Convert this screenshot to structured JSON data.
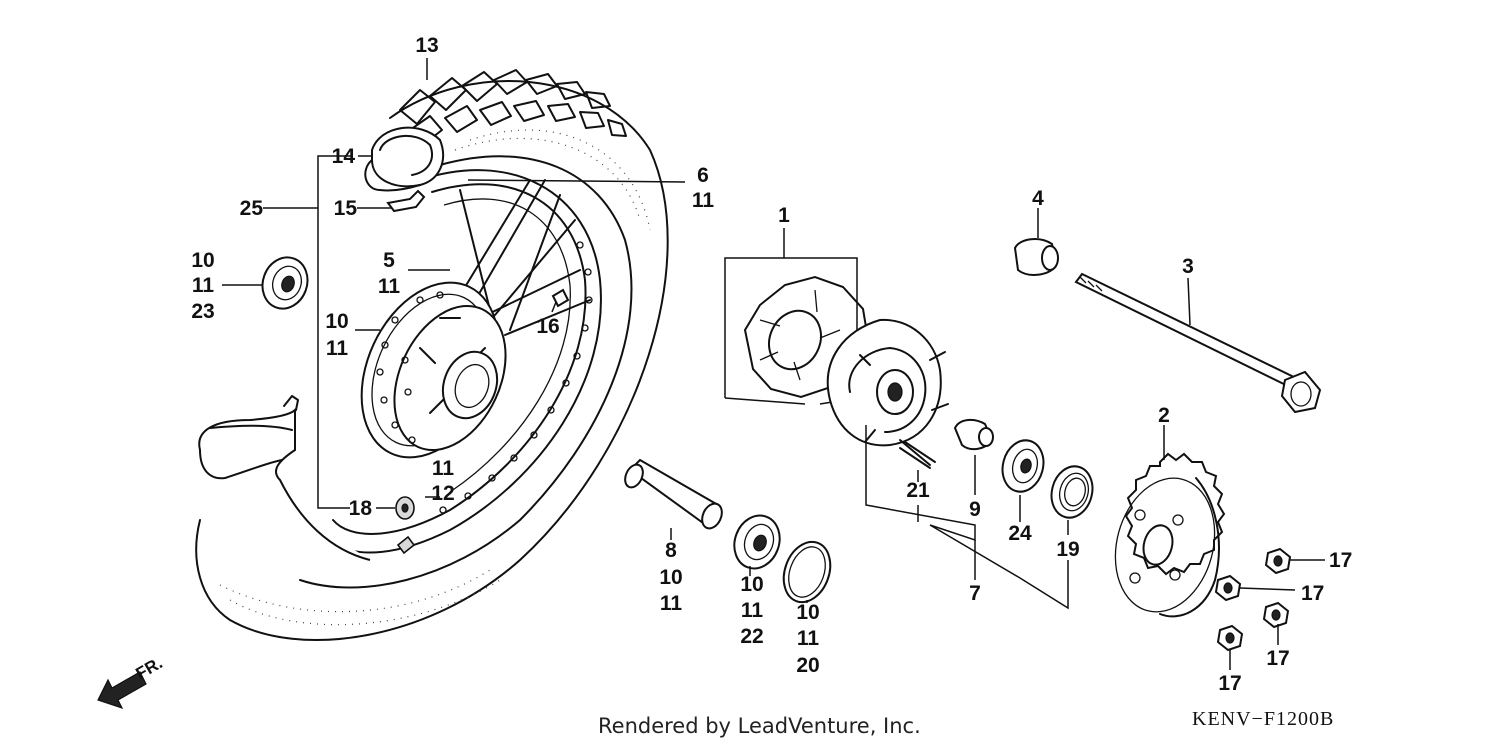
{
  "labels": {
    "l1": "1",
    "l2": "2",
    "l3": "3",
    "l4": "4",
    "l5": "5",
    "l5b": "11",
    "l6": "6",
    "l6b": "11",
    "l7": "7",
    "l8": "8",
    "l8b": "10",
    "l8c": "11",
    "l9": "9",
    "l10a": "10",
    "l10b": "11",
    "l10c": "23",
    "l10d": "10",
    "l10e": "11",
    "l11a": "11",
    "l12": "12",
    "l13": "13",
    "l14": "14",
    "l15": "15",
    "l16": "16",
    "l17a": "17",
    "l17b": "17",
    "l17c": "17",
    "l17d": "17",
    "l18": "18",
    "l19": "19",
    "l20a": "10",
    "l20b": "11",
    "l20c": "20",
    "l21": "21",
    "l22a": "10",
    "l22b": "11",
    "l22c": "22",
    "l24": "24",
    "l25": "25"
  },
  "direction_marker": "FR.",
  "footer": {
    "credit": "Rendered by LeadVenture, Inc.",
    "code": "KENV−F1200B"
  }
}
